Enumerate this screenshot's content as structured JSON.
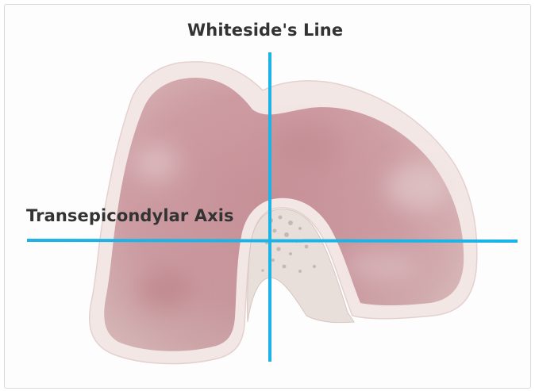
{
  "labels": {
    "whiteside_line": "Whiteside's Line",
    "transepicondylar_axis": "Transepicondylar Axis"
  },
  "image": {
    "subject": "distal-femur-cross-section",
    "colors": {
      "bone_surface": "#c98f95",
      "bone_highlight": "#ead7d5",
      "cortex": "#f6ecea",
      "guide_line": "#1cb4e6"
    }
  }
}
